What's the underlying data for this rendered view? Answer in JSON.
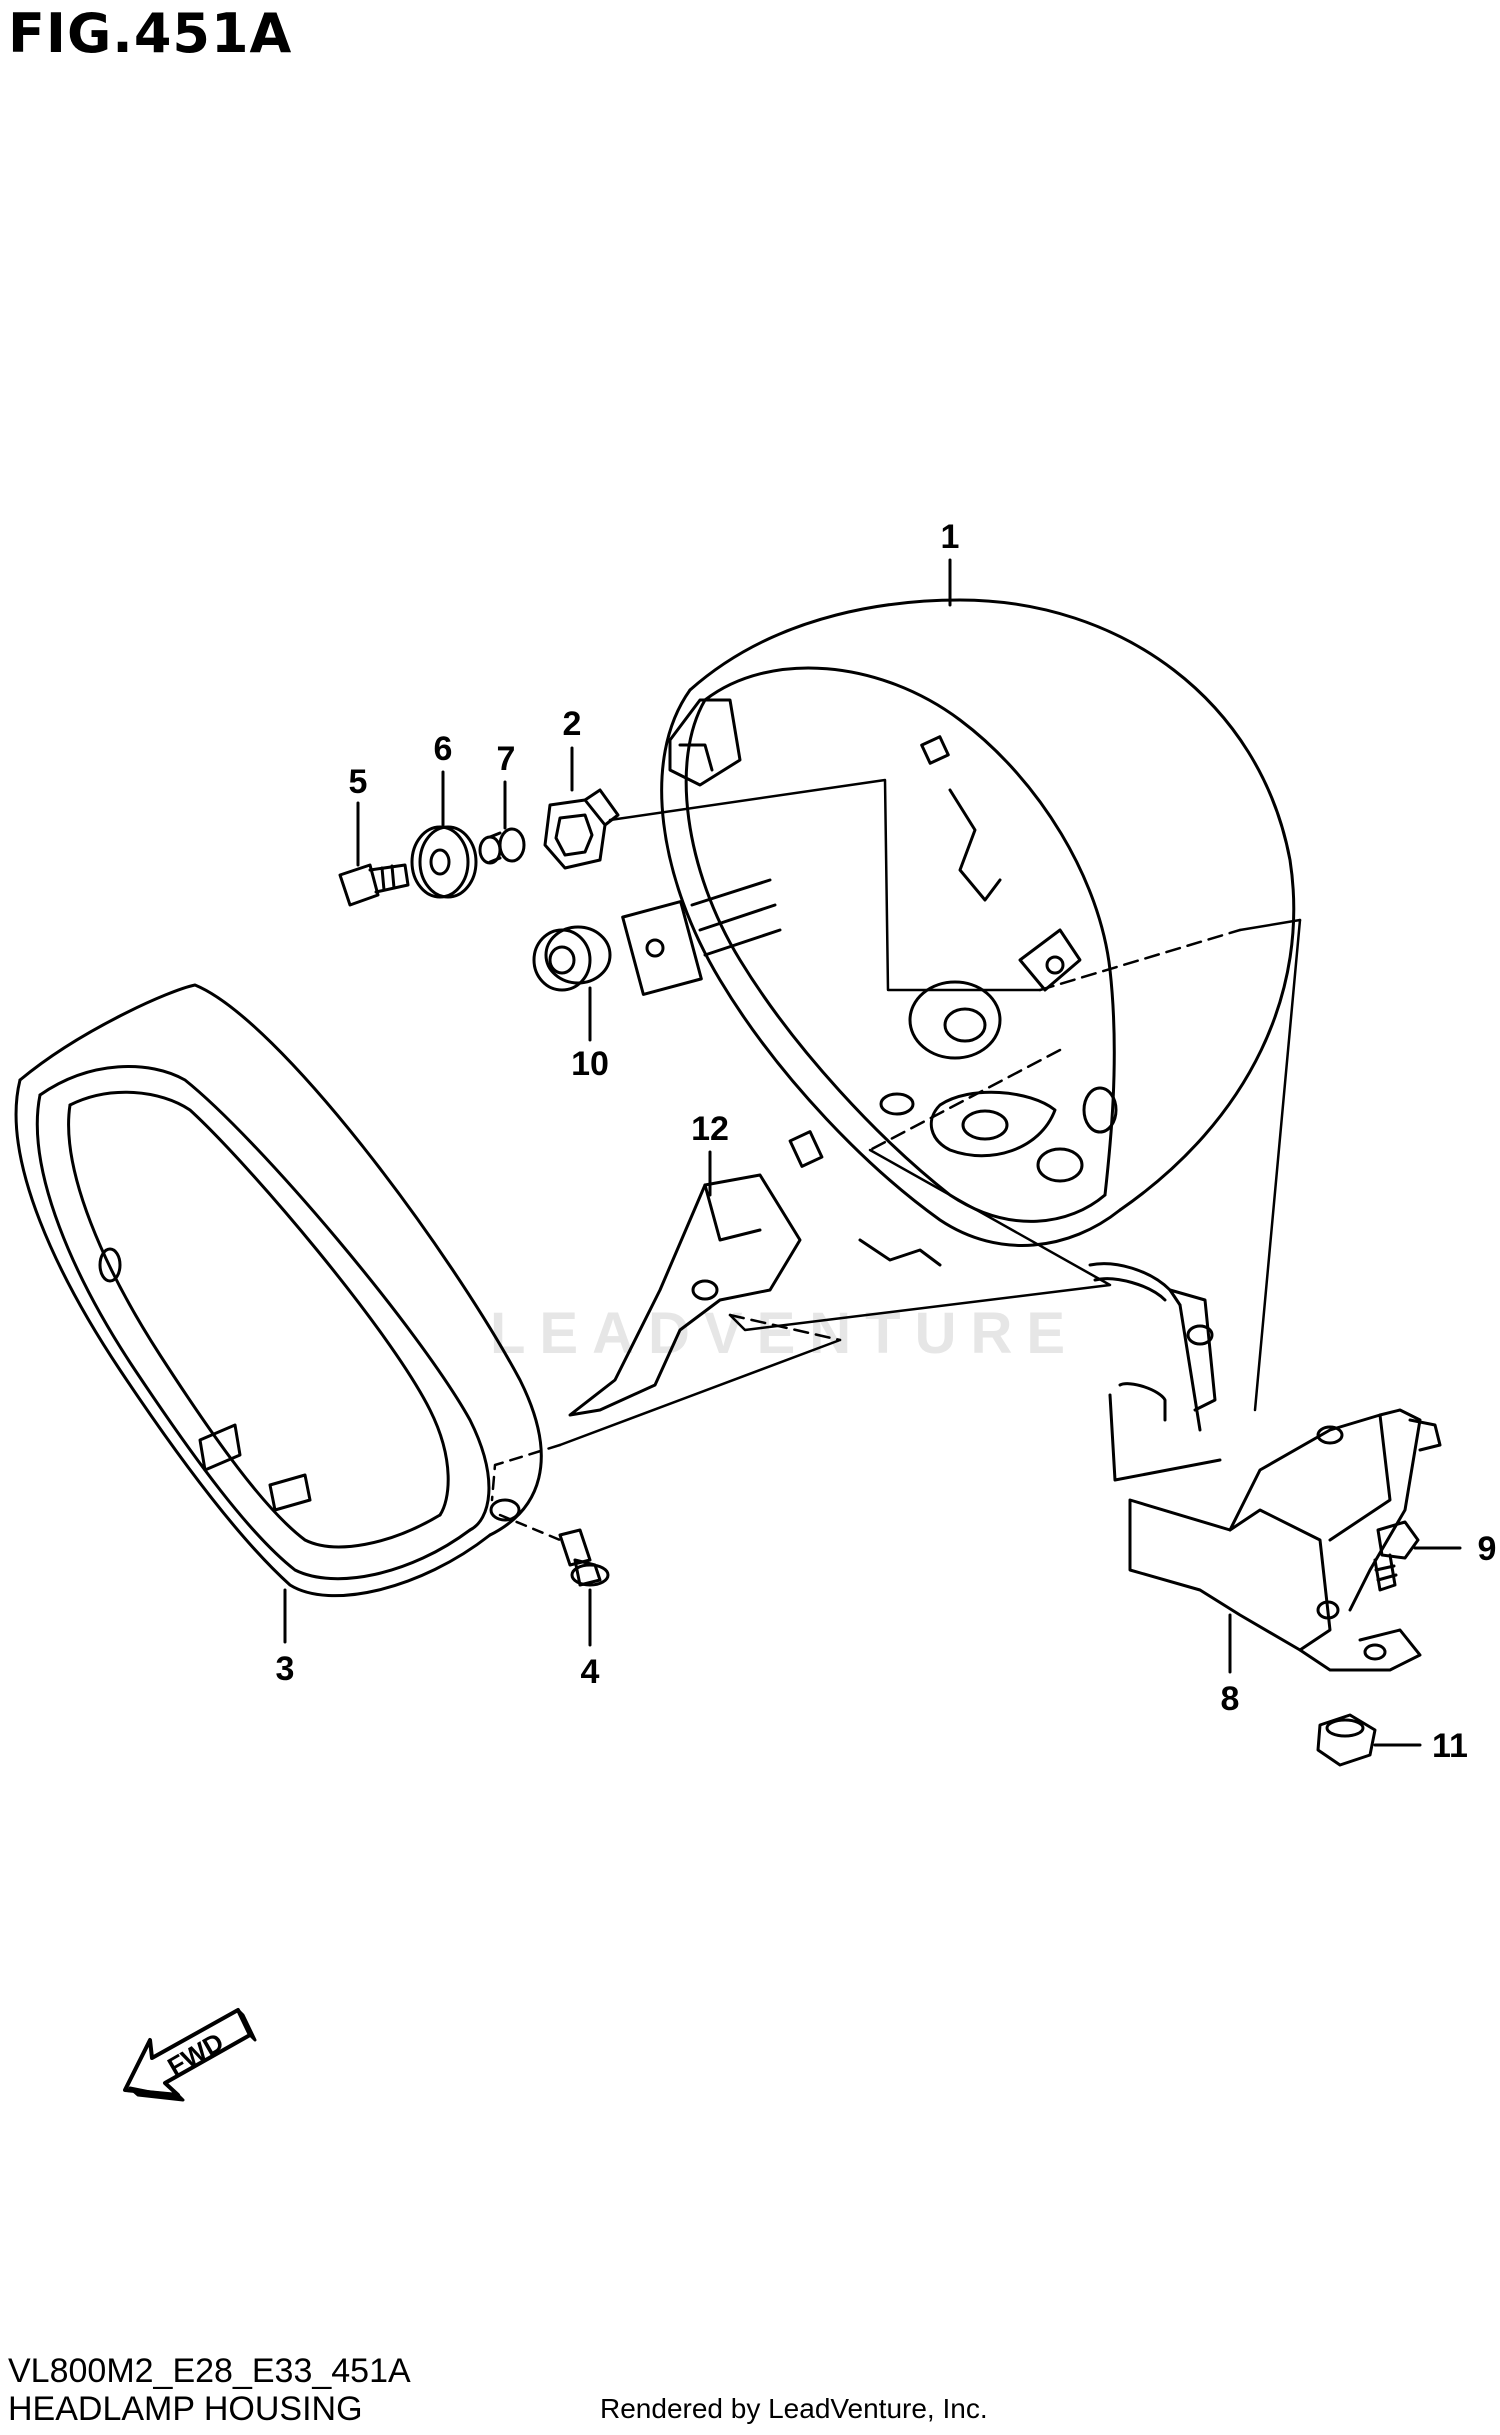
{
  "figure": {
    "title": "FIG.451A"
  },
  "watermark": "LEADVENTURE",
  "fwd_arrow": {
    "label": "FWD"
  },
  "callouts": {
    "c1": "1",
    "c2": "2",
    "c3": "3",
    "c4": "4",
    "c5": "5",
    "c6": "6",
    "c7": "7",
    "c8": "8",
    "c9": "9",
    "c10": "10",
    "c11": "11",
    "c12": "12"
  },
  "footer": {
    "code": "VL800M2_E28_E33_451A",
    "name": "HEADLAMP HOUSING",
    "credit": "Rendered by LeadVenture, Inc."
  }
}
